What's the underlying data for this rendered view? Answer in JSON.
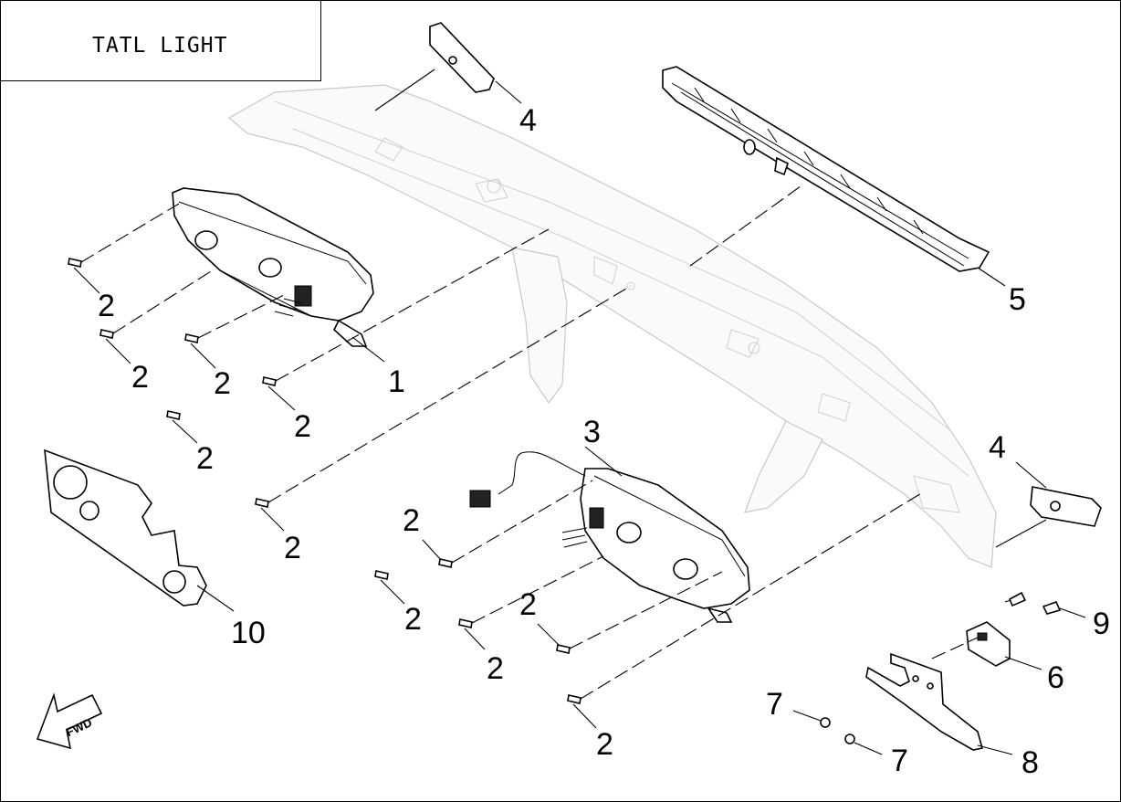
{
  "title": "TATL LIGHT",
  "fwd_label": "FWD",
  "callouts": {
    "c1": "1",
    "c2a": "2",
    "c2b": "2",
    "c2c": "2",
    "c2d": "2",
    "c2e": "2",
    "c2f": "2",
    "c2g": "2",
    "c2h": "2",
    "c2i": "2",
    "c2j": "2",
    "c2k": "2",
    "c3": "3",
    "c4a": "4",
    "c4b": "4",
    "c5": "5",
    "c6": "6",
    "c7a": "7",
    "c7b": "7",
    "c8": "8",
    "c9": "9",
    "c10": "10"
  }
}
